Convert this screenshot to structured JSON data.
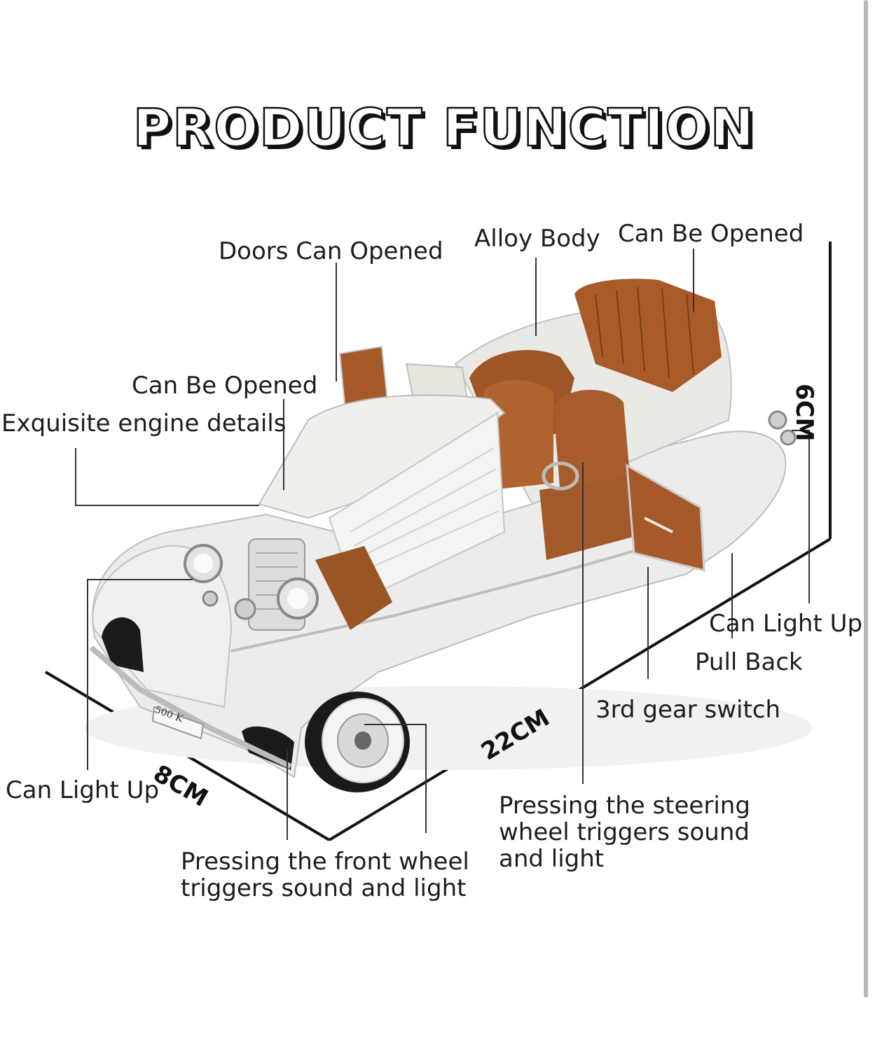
{
  "title": "PRODUCT FUNCTION",
  "labels": {
    "doors": "Doors Can Opened",
    "alloy": "Alloy Body",
    "can_be_opened_top": "Can Be Opened",
    "can_be_opened_hood": "Can Be Opened",
    "engine": "Exquisite engine details",
    "light_rear": "Can Light Up",
    "pull_back": "Pull Back",
    "gear": "3rd gear switch",
    "light_front": "Can Light Up",
    "steering_l1": "Pressing the steering",
    "steering_l2": "wheel triggers sound",
    "steering_l3": "and light",
    "front_wheel_l1": "Pressing the front wheel",
    "front_wheel_l2": "triggers sound and light"
  },
  "dimensions": {
    "height": "6CM",
    "length": "22CM",
    "width": "8CM"
  },
  "model_plate": "500 K",
  "colors": {
    "body": "#eeeeea",
    "interior": "#a65a2a",
    "chrome": "#c9c9c9",
    "line": "#222222"
  }
}
